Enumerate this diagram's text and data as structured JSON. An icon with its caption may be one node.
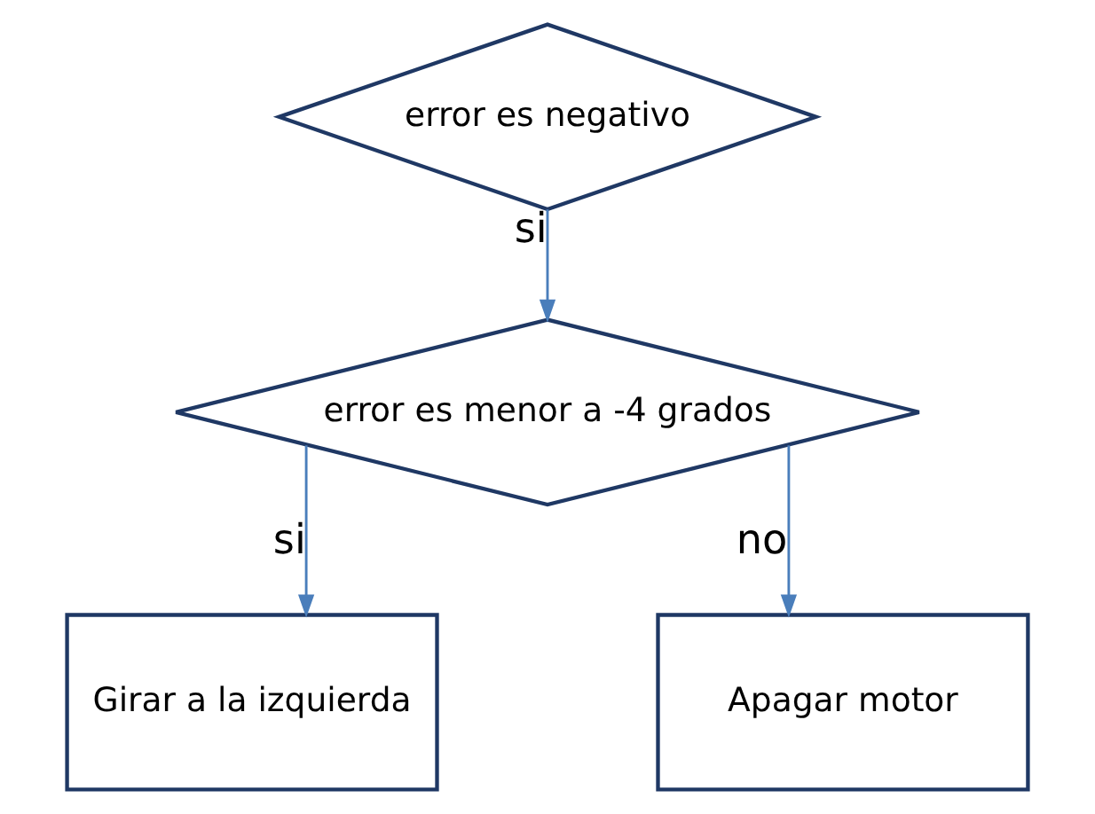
{
  "diagram": {
    "nodes": [
      {
        "text": [
          "error es negativo"
        ]
      },
      {
        "text": [
          "error es menor a -4 grados"
        ]
      },
      {
        "text": [
          "Girar a la izquierda"
        ]
      },
      {
        "text": [
          "Apagar motor"
        ]
      }
    ],
    "edges": [
      {
        "from": 0,
        "to": 1,
        "arrow": "to",
        "label": "si"
      },
      {
        "from": 1,
        "to": 2,
        "arrow": "to",
        "label": "si"
      },
      {
        "from": 1,
        "to": 3,
        "arrow": "to",
        "label": "no"
      }
    ]
  }
}
